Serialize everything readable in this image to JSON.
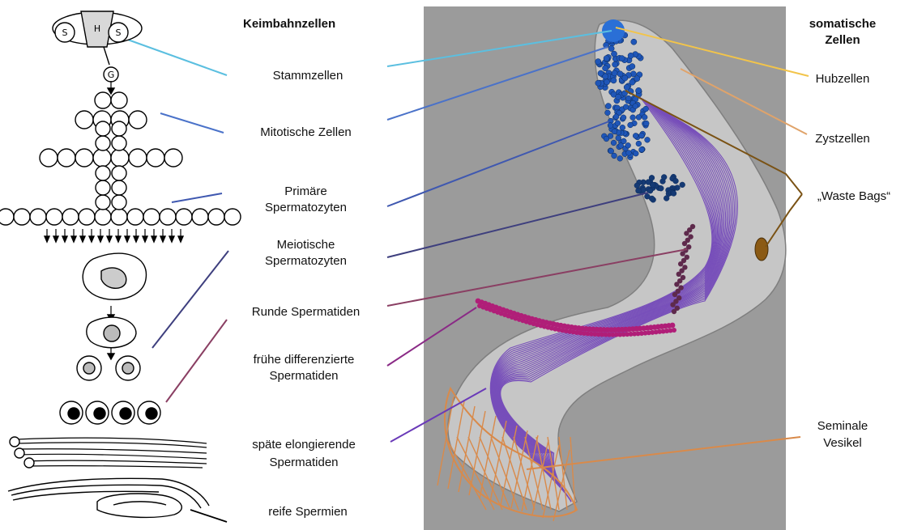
{
  "headings": {
    "germline": "Keimbahnzellen",
    "somatic": [
      "somatische",
      "Zellen"
    ]
  },
  "germline_labels": [
    {
      "id": "stammzellen",
      "lines": [
        "Stammzellen"
      ],
      "color": "#5bbfe0"
    },
    {
      "id": "mitotische",
      "lines": [
        "Mitotische Zellen"
      ],
      "color": "#4a72c9"
    },
    {
      "id": "primaere",
      "lines": [
        "Primäre",
        "Spermatozyten"
      ],
      "color": "#3f58b0"
    },
    {
      "id": "meiotische",
      "lines": [
        "Meiotische",
        "Spermatozyten"
      ],
      "color": "#3e3f7e"
    },
    {
      "id": "runde",
      "lines": [
        "Runde Spermatiden"
      ],
      "color": "#8a3f63"
    },
    {
      "id": "fruehe",
      "lines": [
        "frühe differenzierte",
        "Spermatiden"
      ],
      "color": "#8a2a86"
    },
    {
      "id": "spaete",
      "lines": [
        "späte elongierende",
        "Spermatiden"
      ],
      "color": "#6a3ab8"
    },
    {
      "id": "reife",
      "lines": [
        "reife Spermien"
      ],
      "color": "#000000"
    }
  ],
  "somatic_labels": [
    {
      "id": "hubzellen",
      "lines": [
        "Hubzellen"
      ],
      "color": "#f2c44a"
    },
    {
      "id": "zystzellen",
      "lines": [
        "Zystzellen"
      ],
      "color": "#e0a36a"
    },
    {
      "id": "waste",
      "lines": [
        "„Waste Bags“"
      ],
      "color": "#7a5214"
    },
    {
      "id": "seminale",
      "lines": [
        "Seminale",
        "Vesikel"
      ],
      "color": "#d98a4a"
    }
  ],
  "lineage_glyphs": {
    "stem": "H",
    "side_left": "S",
    "side_right": "S",
    "gonialblast": "G"
  },
  "colors": {
    "panel_bg": "#9a9a9a",
    "hub": "#2a6fd6",
    "mitotic": "#1f56b8",
    "primary": "#153a74",
    "meiotic": "#5e2a4c",
    "round": "#b01e78",
    "sperm_bundles": "#6a3ab8",
    "waste_bag": "#8b5a14",
    "vesicle": "#d98a4a"
  }
}
